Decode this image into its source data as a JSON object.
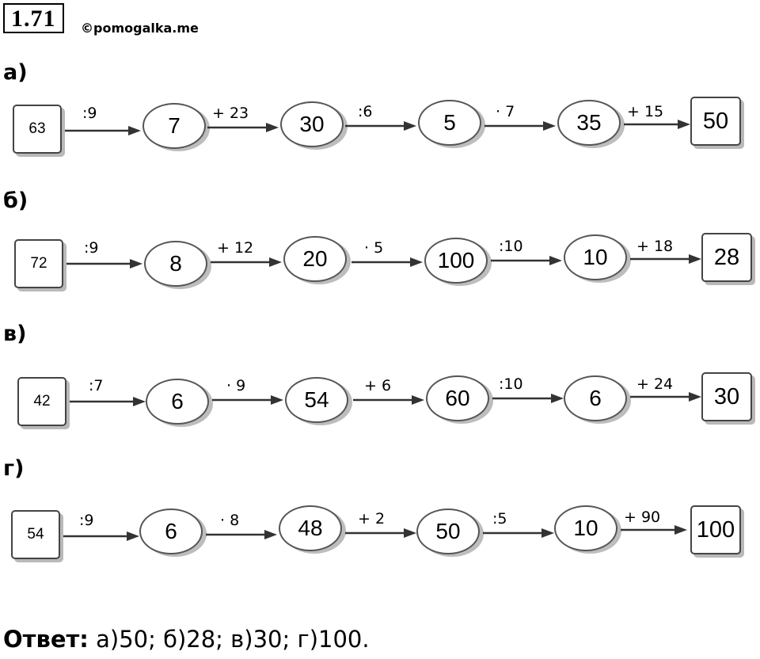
{
  "header": {
    "task_number": "1.71",
    "site": "©pomogalka.me"
  },
  "rows": [
    {
      "label": "а)",
      "start": "63",
      "ops": [
        ":9",
        "+ 23",
        ":6",
        "· 7",
        "+ 15"
      ],
      "values": [
        "7",
        "30",
        "5",
        "35"
      ],
      "end": "50"
    },
    {
      "label": "б)",
      "start": "72",
      "ops": [
        ":9",
        "+ 12",
        "· 5",
        ":10",
        "+ 18"
      ],
      "values": [
        "8",
        "20",
        "100",
        "10"
      ],
      "end": "28"
    },
    {
      "label": "в)",
      "start": "42",
      "ops": [
        ":7",
        "· 9",
        "+ 6",
        ":10",
        "+ 24"
      ],
      "values": [
        "6",
        "54",
        "60",
        "6"
      ],
      "end": "30"
    },
    {
      "label": "г)",
      "start": "54",
      "ops": [
        ":9",
        "· 8",
        "+ 2",
        ":5",
        "+ 90"
      ],
      "values": [
        "6",
        "48",
        "50",
        "10"
      ],
      "end": "100"
    }
  ],
  "answer": {
    "label": "Ответ:",
    "text": " а)50; б)28; в)30; г)100."
  }
}
